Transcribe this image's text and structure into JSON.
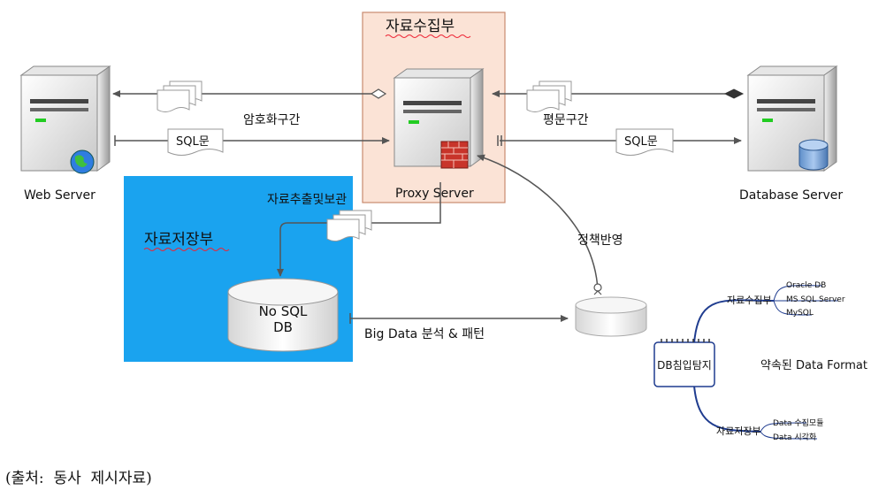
{
  "labels": {
    "collection_unit": "자료수집부",
    "storage_unit": "자료저장부",
    "web_server": "Web Server",
    "proxy_server": "Proxy Server",
    "database_server": "Database Server",
    "encryption_section": "암호화구간",
    "plaintext_section": "평문구간",
    "sql_left": "SQL문",
    "sql_right": "SQL문",
    "extract_store": "자료추출및보관",
    "policy_apply": "정책반영",
    "nosql_line1": "No SQL",
    "nosql_line2": "DB",
    "bigdata": "Big Data 분석 & 패턴",
    "caption": "(출처:  동사  제시자료)"
  },
  "mindmap": {
    "center": "DB침입탐지",
    "branch1": "자료수집부",
    "branch1_items": [
      "Oracle DB",
      "MS SQL Server",
      "MySQL"
    ],
    "branch2": "자료저장부",
    "branch2_items": [
      "Data 수집모듈",
      "Data 시각화"
    ],
    "note": "약속된 Data Format"
  },
  "colors": {
    "collection_fill": "#fbe3d6",
    "collection_border": "#c98a6e",
    "storage_fill": "#1aa3ef",
    "connector": "#555555",
    "mindmap_line": "#1f3c8f"
  }
}
